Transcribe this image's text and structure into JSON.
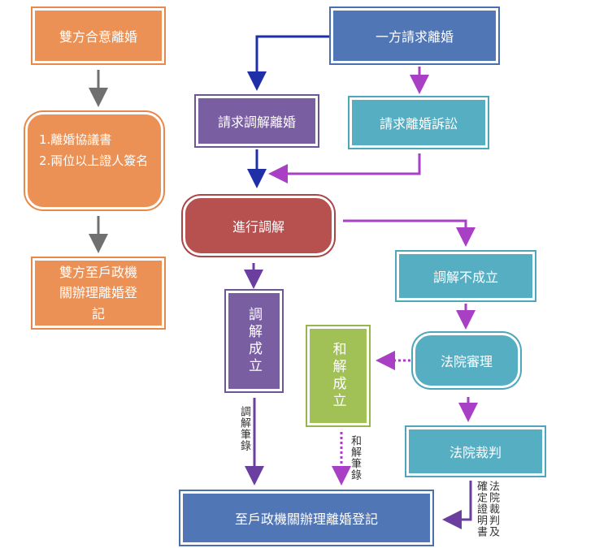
{
  "nodes": {
    "mutual_divorce": "雙方合意離婚",
    "agreement_list": {
      "item1": "1.離婚協議書",
      "item2": "2.兩位以上證人簽名"
    },
    "register_left": "雙方至戶政機關辦理離婚登記",
    "unilateral": "一方請求離婚",
    "mediation_request": "請求調解離婚",
    "lawsuit_request": "請求離婚訴訟",
    "mediation": "進行調解",
    "mediation_failed": "調解不成立",
    "mediation_success": "調解成立",
    "settlement_success": "和解成立",
    "court_trial": "法院審理",
    "court_judgment": "法院裁判",
    "register_final": "至戶政機關辦理離婚登記"
  },
  "edge_labels": {
    "mediation_record": "調解筆錄",
    "settlement_record": "和解筆錄",
    "judgment_docs": "法院裁判及確定證明書"
  },
  "colors": {
    "orange": "#ec9156",
    "blue": "#5176b6",
    "purple": "#7a5ea2",
    "teal": "#56aec3",
    "red": "#b75150",
    "green": "#a1c056",
    "arrow_gray": "#707070",
    "arrow_navy": "#1f2fa8",
    "arrow_magenta": "#a83fc4",
    "arrow_violet": "#6b3fa0"
  }
}
